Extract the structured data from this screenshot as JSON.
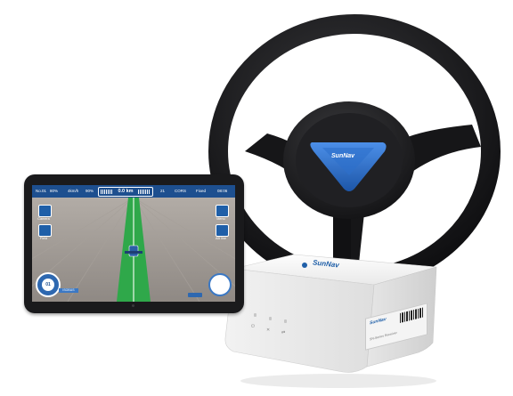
{
  "steering_wheel": {
    "hub_brand": "SunNav",
    "colors": {
      "rim": "#141416",
      "hub": "#1b1b1d",
      "button": "#2f6fc9"
    }
  },
  "tablet": {
    "status_bar": {
      "items": [
        "No.01",
        "80%",
        "4km/h",
        "90%",
        "21",
        "CORS",
        "Fixed",
        "08:06"
      ],
      "speed": "0.0 km"
    },
    "controls": {
      "left": [
        {
          "label": "Camera",
          "icon": "camera-icon"
        },
        {
          "label": "Field",
          "icon": "field-icon"
        }
      ],
      "right": [
        {
          "label": "Menu",
          "icon": "menu-icon"
        },
        {
          "label": "AB line",
          "icon": "ab-line-icon"
        }
      ]
    },
    "satellite_count": "01",
    "isobus_label": "ISOBUS",
    "colors": {
      "bezel": "#1a1a1c",
      "status_bar": "#1d4f8f",
      "guide_line": "#2fa84a",
      "field": "#9e9894"
    }
  },
  "receiver": {
    "brand": "SunNav",
    "label_brand": "SunNav",
    "model": "SN-Series Receiver",
    "colors": {
      "body": "#f5f5f5",
      "accent": "#1f5fa8"
    }
  }
}
